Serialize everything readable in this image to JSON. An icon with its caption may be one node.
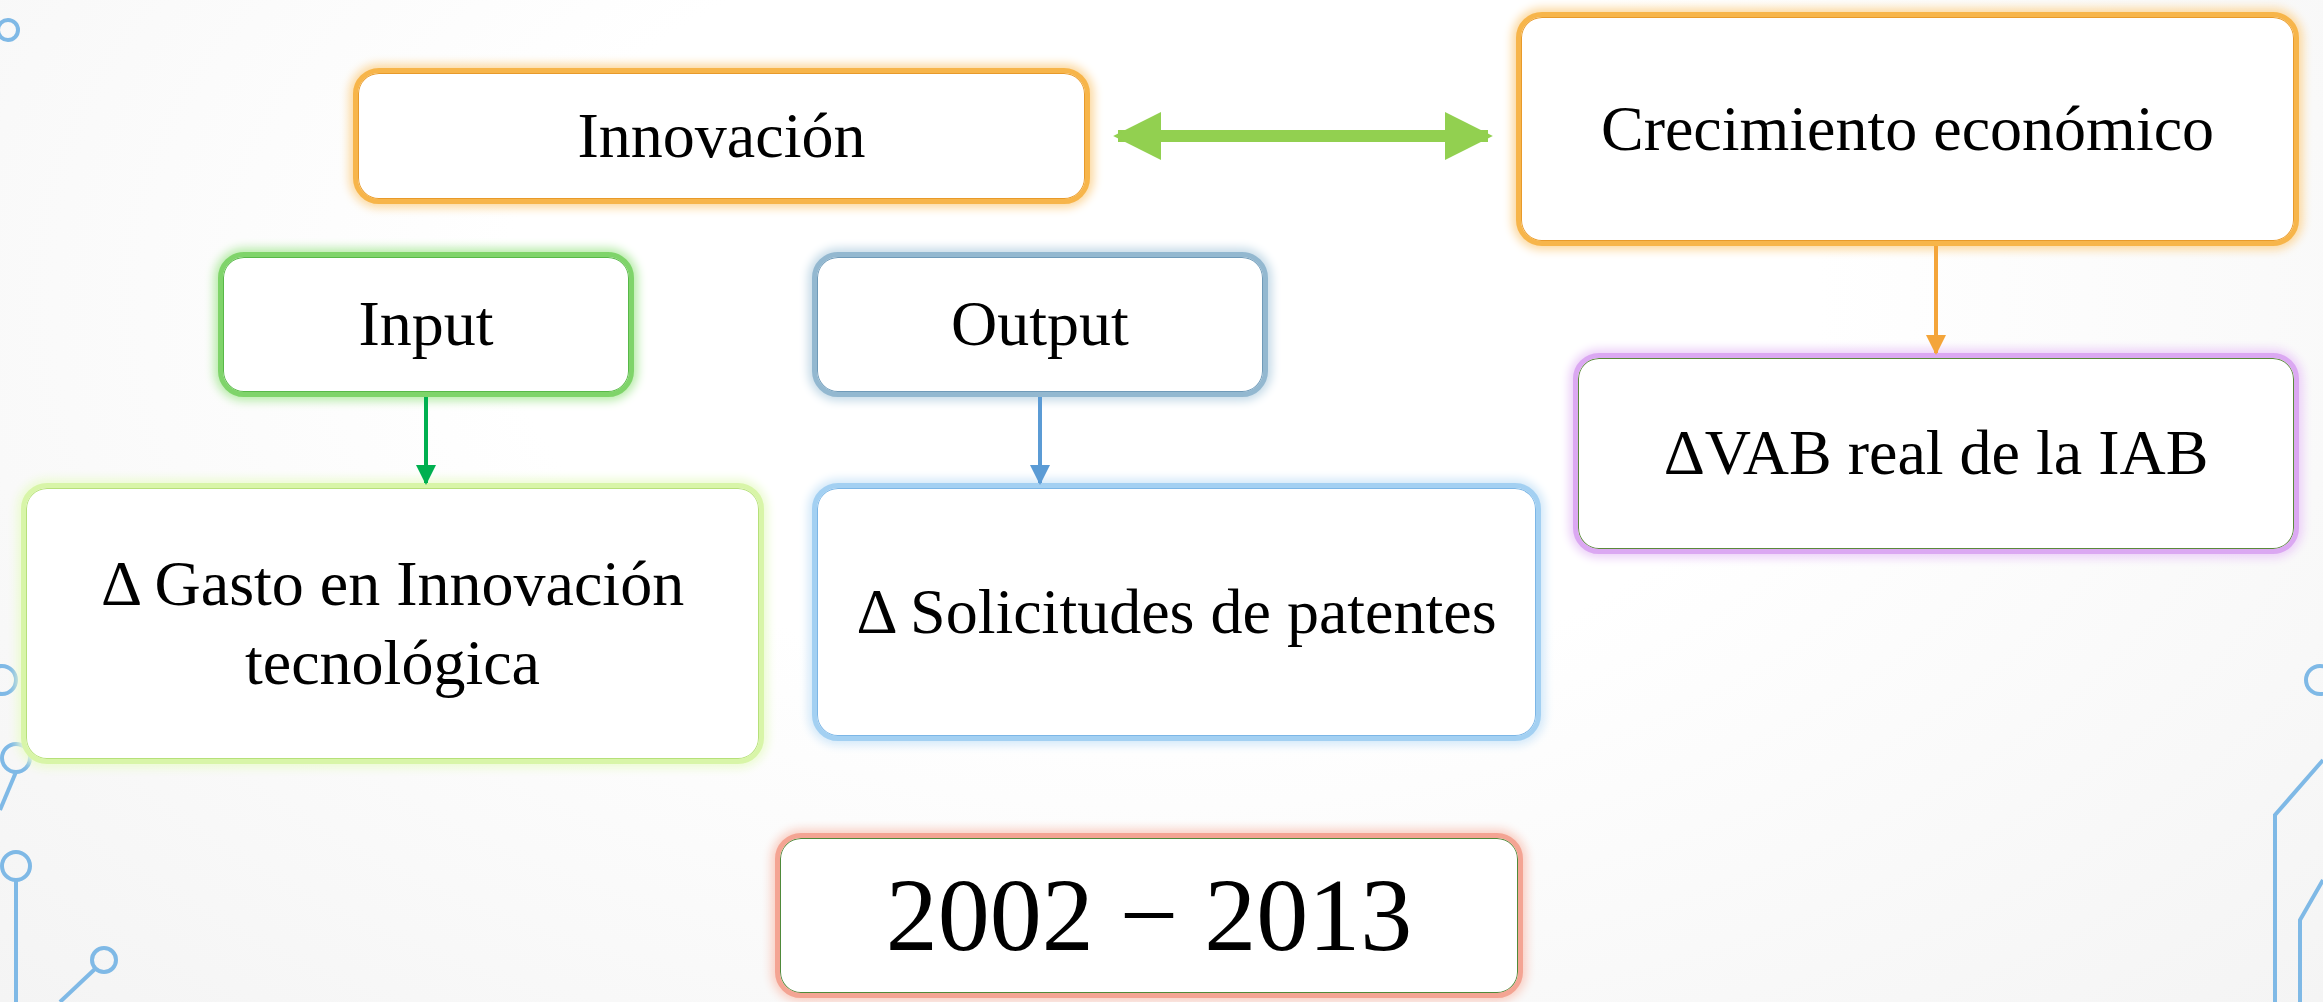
{
  "diagram": {
    "nodes": [
      {
        "text": [
          "Innovación"
        ]
      },
      {
        "text": [
          "Crecimiento económico"
        ]
      },
      {
        "text": [
          "Input"
        ]
      },
      {
        "text": [
          "Output"
        ]
      },
      {
        "text": [
          "ΔVAB real de la IAB"
        ]
      },
      {
        "text": [
          "Δ Gasto en Innovación tecnológica"
        ]
      },
      {
        "text": [
          "Δ Solicitudes de patentes"
        ]
      },
      {
        "text": [
          "2002 − 2013"
        ]
      }
    ],
    "edges": [
      {
        "from": 0,
        "to": 1,
        "arrow": "both",
        "style": "thick",
        "color": "#92d050"
      },
      {
        "from": 1,
        "to": 4,
        "arrow": "to",
        "color": "#f4a53a"
      },
      {
        "from": 2,
        "to": 5,
        "arrow": "to",
        "color": "#00b050"
      },
      {
        "from": 3,
        "to": 6,
        "arrow": "to",
        "color": "#5b9bd5"
      }
    ]
  }
}
